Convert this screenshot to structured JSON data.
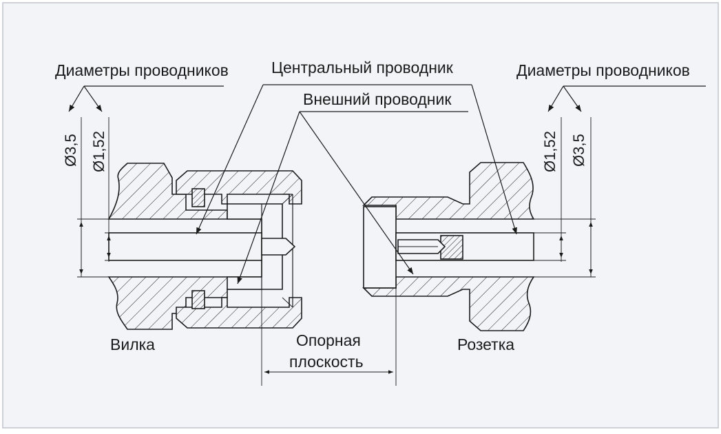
{
  "labels": {
    "left_diameters": "Диаметры проводников",
    "right_diameters": "Диаметры проводников",
    "center_conductor": "Центральный проводник",
    "outer_conductor": "Внешний проводник",
    "plug": "Вилка",
    "socket": "Розетка",
    "ref_plane_line1": "Опорная",
    "ref_plane_line2": "плоскость"
  },
  "dimensions": {
    "left_outer": "Ø3,5",
    "left_inner": "Ø1,52",
    "right_inner": "Ø1,52",
    "right_outer": "Ø3,5"
  },
  "colors": {
    "background": "#f3f4f8",
    "frame": "#cfd1d8",
    "ink": "#1a1a1a"
  }
}
